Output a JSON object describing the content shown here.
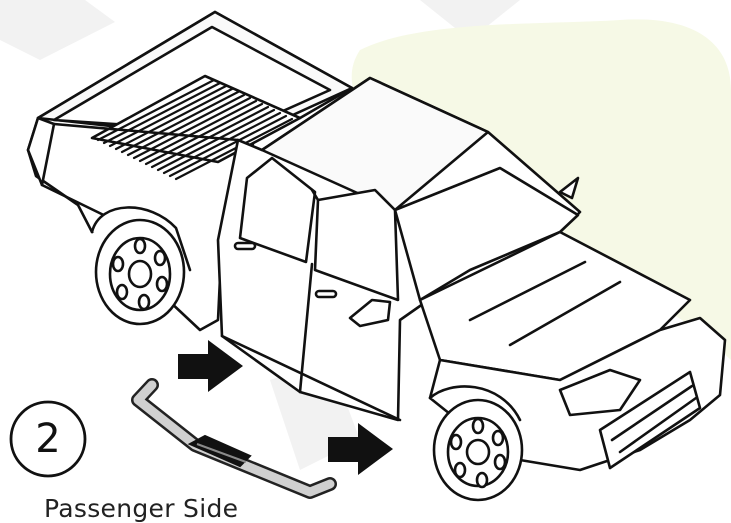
{
  "step": {
    "number": "2"
  },
  "caption": "Passenger Side",
  "colors": {
    "background": "#ffffff",
    "line": "#111111",
    "watermark_gray": "#f1f1f1",
    "watermark_green": "#f5f8e4",
    "step_bar": "#cfcfcf",
    "arrow_fill": "#111111"
  },
  "icons": [
    "step-number-circle",
    "push-arrow",
    "running-board"
  ]
}
